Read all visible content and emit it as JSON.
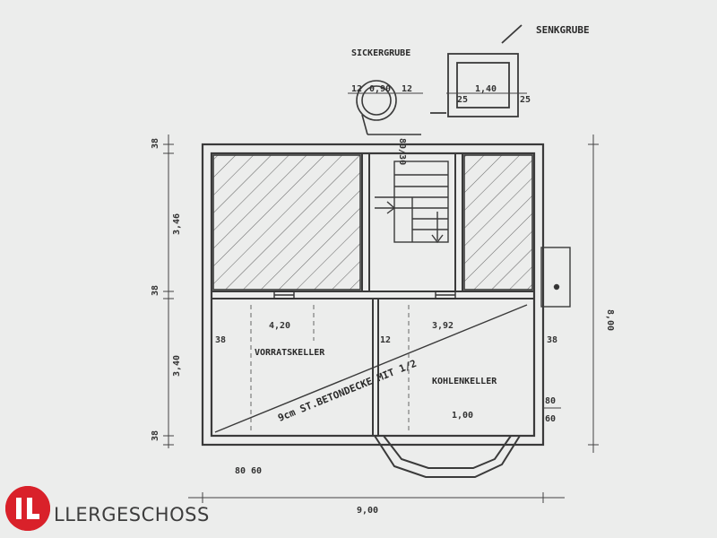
{
  "caption": "LLERGESCHOSS",
  "brand_color": "#d9212a",
  "logo_lettering": "IL",
  "rooms": {
    "vorratskeller": "VORRATSKELLER",
    "kohlenkeller": "KOHLENKELLER"
  },
  "features": {
    "senkgrube": "SENKGRUBE",
    "sickergrube": "SICKERGRUBE",
    "slab_note": "9cm ST.BETONDECKE MIT 1/2"
  },
  "dimensions": {
    "d_4_20": "4,20",
    "d_3_92": "3,92",
    "d_3_40": "3,40",
    "d_3_46": "3,46",
    "d_8_00": "8,00",
    "d_9_00": "9,00",
    "d_1_40": "1,40",
    "d_0_90": "0,90",
    "d_1_00": "1,00",
    "d_38_a": "38",
    "d_38_b": "38",
    "d_38_c": "38",
    "d_38_d": "38",
    "d_38_e": "38",
    "d_12_a": "12",
    "d_12_b": "12",
    "d_12_c": "12",
    "d_25_a": "25",
    "d_25_b": "25",
    "d_80_60_a": "80",
    "d_80_60_b": "60",
    "d_80_60_c": "80",
    "d_80_60_d": "60",
    "d_80_30": "80/30"
  }
}
